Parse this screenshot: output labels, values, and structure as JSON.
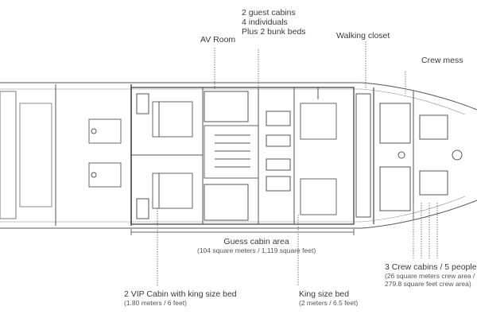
{
  "labels": {
    "guest_cabins": {
      "line1": "2 guest cabins",
      "line2": "4 individuals",
      "line3": "Plus 2 bunk beds"
    },
    "av_room": "AV Room",
    "walking_closet": "Walking closet",
    "crew_mess": "Crew mess",
    "guest_area": {
      "title": "Guess cabin area",
      "sub": "(104 square meters / 1,119 square feet)"
    },
    "crew_cabins": {
      "title": "3 Crew cabins / 5 people",
      "sub1": "(26 square meters crew area /",
      "sub2": "279.8 square feet crew area)"
    },
    "vip_cabin": {
      "title": "2 VIP Cabin with king size bed",
      "sub": "(1.80 meters / 6 feet)"
    },
    "king_bed": {
      "title": "King size bed",
      "sub": "(2 meters / 6.5 feet)"
    }
  }
}
